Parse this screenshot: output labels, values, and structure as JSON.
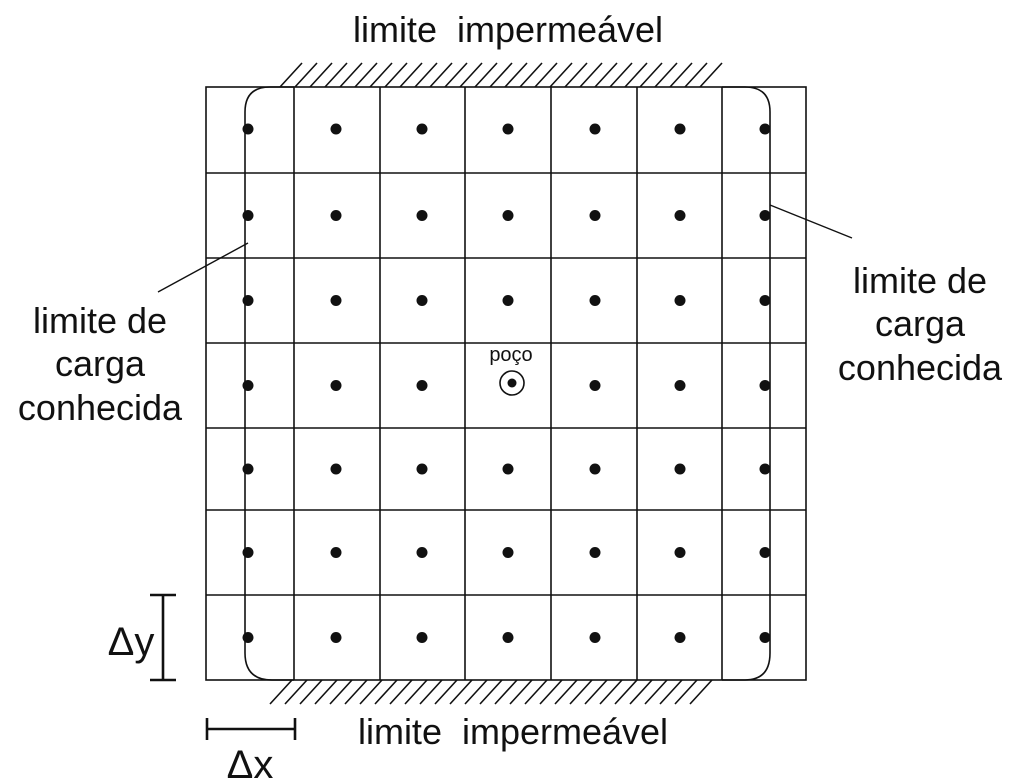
{
  "labels": {
    "top_boundary": "limite  impermeável",
    "bottom_boundary": "limite  impermeável",
    "left_boundary": [
      "limite de",
      "carga",
      "conhecida"
    ],
    "right_boundary": [
      "limite de",
      "carga",
      "conhecida"
    ],
    "well": "poço",
    "dy": "Δy",
    "dx": "Δx"
  },
  "grid": {
    "rows": 7,
    "cols": 7,
    "well_cell": {
      "row": 3,
      "col": 3
    }
  },
  "colors": {
    "ink": "#111111",
    "background": "#ffffff"
  }
}
